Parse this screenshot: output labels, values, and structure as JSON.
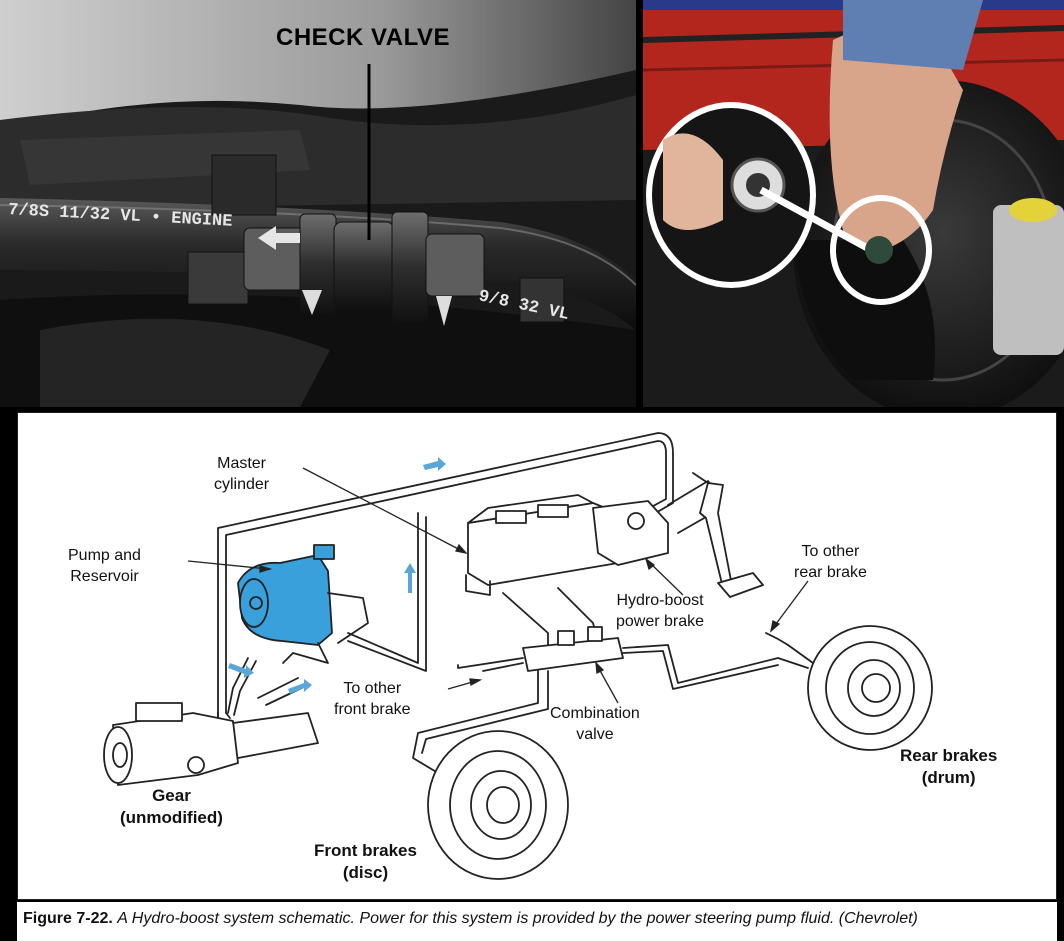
{
  "photos": {
    "left": {
      "callout": "CHECK VALVE",
      "hose_print_left": "7/8S 11/32 VL • ENGINE",
      "hose_print_right": "9/8 32 VL"
    }
  },
  "schematic": {
    "labels": {
      "master_cylinder": "Master cylinder",
      "pump_reservoir": "Pump and Reservoir",
      "hydro_boost": "Hydro-boost power brake",
      "to_other_rear": "To other rear brake",
      "to_other_front": "To other front brake",
      "combination_valve": "Combination valve",
      "gear": "Gear (unmodified)",
      "front_brakes": "Front brakes (disc)",
      "rear_brakes": "Rear brakes (drum)"
    },
    "lines": {
      "master_cylinder": [
        "Master",
        "cylinder"
      ],
      "pump_reservoir": [
        "Pump and",
        "Reservoir"
      ],
      "hydro_boost": [
        "Hydro-boost",
        "power brake"
      ],
      "to_other_rear": [
        "To other",
        "rear brake"
      ],
      "to_other_front": [
        "To other",
        "front brake"
      ],
      "combination_valve": [
        "Combination",
        "valve"
      ],
      "gear": [
        "Gear",
        "(unmodified)"
      ],
      "front_brakes": [
        "Front brakes",
        "(disc)"
      ],
      "rear_brakes": [
        "Rear brakes",
        "(drum)"
      ]
    },
    "colors": {
      "pump_fill": "#3aa0dc",
      "flow_arrows": "#5aa6d6",
      "line": "#222222"
    }
  },
  "caption": {
    "figure": "Figure 7-22.",
    "text": "A Hydro-boost system schematic. Power for this system is provided by the power steering pump fluid. (Chevrolet)"
  }
}
